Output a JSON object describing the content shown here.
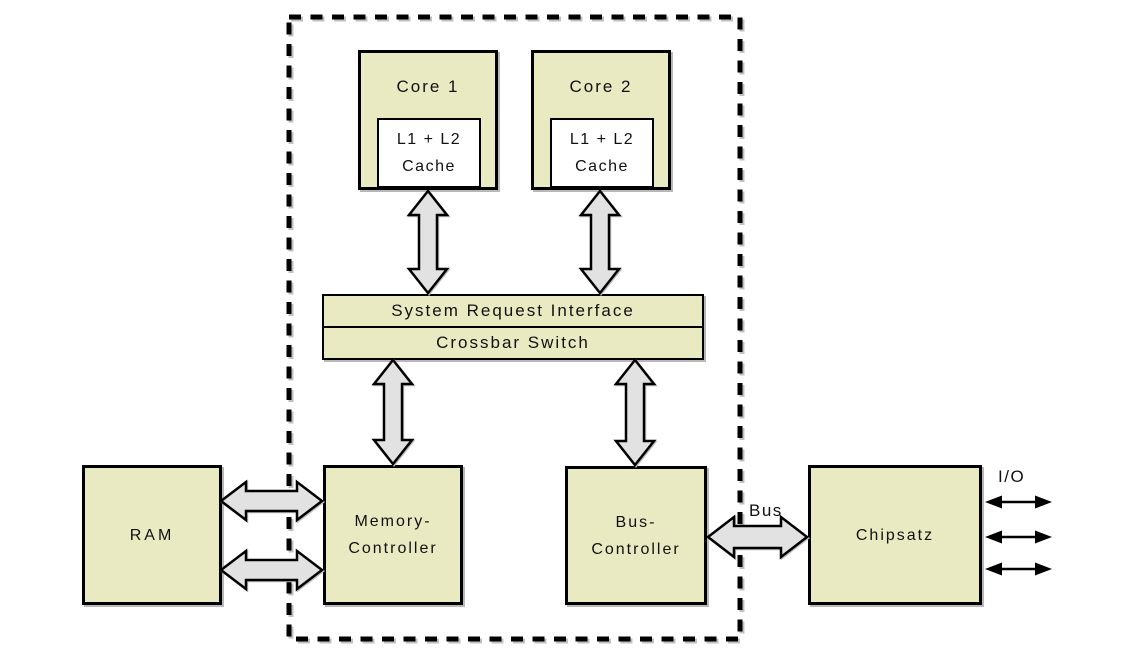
{
  "nodes": {
    "core1": {
      "label": "Core 1"
    },
    "core1_cache": {
      "line1": "L1 + L2",
      "line2": "Cache"
    },
    "core2": {
      "label": "Core 2"
    },
    "core2_cache": {
      "line1": "L1 + L2",
      "line2": "Cache"
    },
    "system_request_interface": {
      "label": "System Request Interface"
    },
    "crossbar_switch": {
      "label": "Crossbar Switch"
    },
    "memory_controller": {
      "line1": "Memory-",
      "line2": "Controller"
    },
    "bus_controller": {
      "line1": "Bus-",
      "line2": "Controller"
    },
    "ram": {
      "label": "RAM"
    },
    "chipset": {
      "label": "Chipsatz"
    }
  },
  "edge_labels": {
    "bus": "Bus",
    "io": "I/O"
  },
  "colors": {
    "node_fill": "#eaeac2",
    "cache_fill": "#ffffff",
    "arrow_fill": "#e2e2e2",
    "line": "#000000",
    "shadow": "#b8b8b8",
    "background": "#ffffff"
  }
}
